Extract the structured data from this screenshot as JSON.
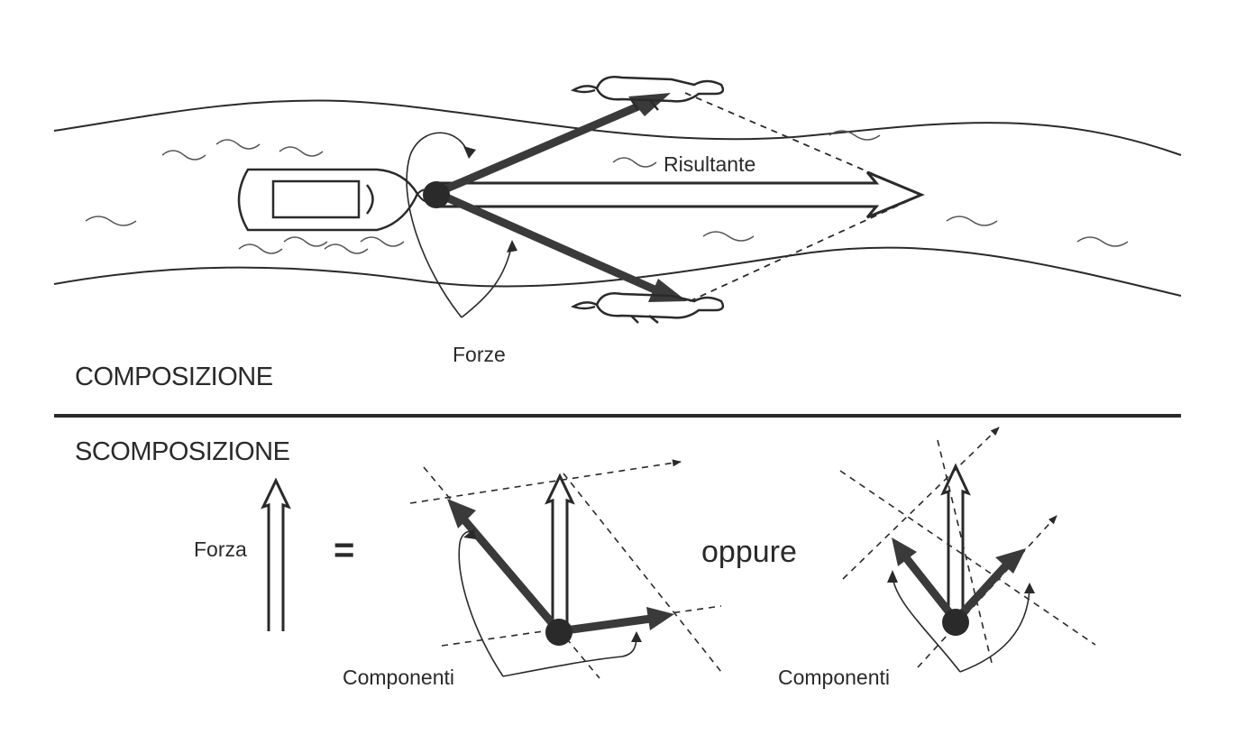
{
  "composition": {
    "heading": "COMPOSIZIONE",
    "resultant_label": "Risultante",
    "forces_label": "Forze"
  },
  "decomposition": {
    "heading": "SCOMPOSIZIONE",
    "force_label": "Forza",
    "equals_sign": "=",
    "or_label": "oppure",
    "components_label_left": "Componenti",
    "components_label_right": "Componenti"
  },
  "colors": {
    "ink": "#2a2a2a",
    "force_arrow": "#3a3a3a",
    "background": "#ffffff"
  }
}
